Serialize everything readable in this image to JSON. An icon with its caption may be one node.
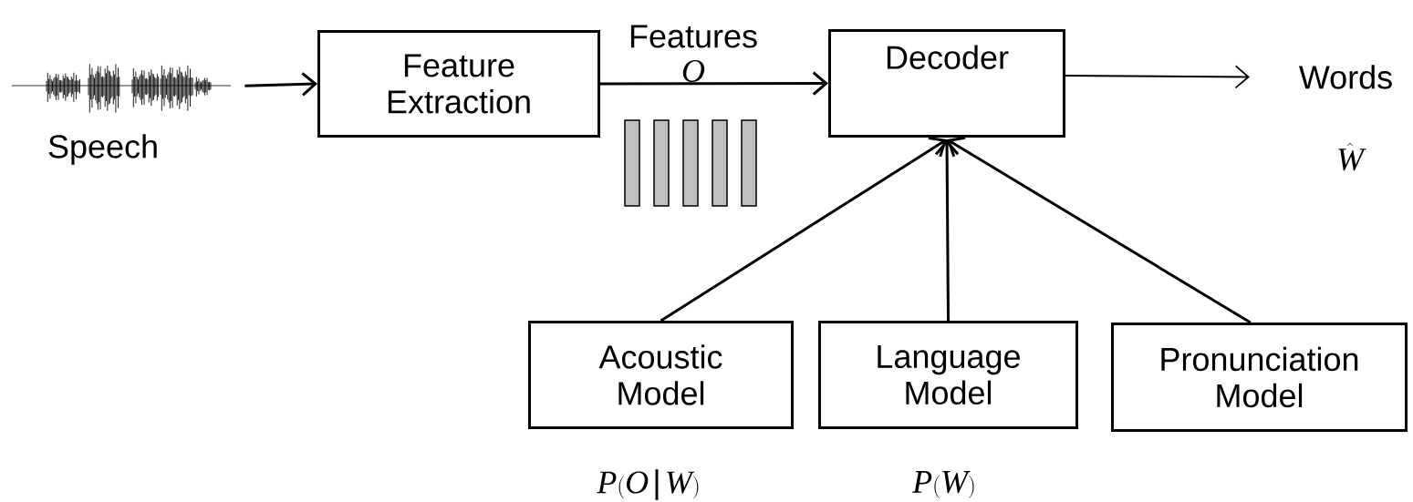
{
  "diagram": {
    "nodes": [
      {
        "text": [],
        "shape": "picture",
        "beside": [
          "Speech"
        ]
      },
      {
        "text": [
          "Feature Extraction"
        ]
      },
      {
        "text": [
          "Decoder"
        ]
      },
      {
        "text": [
          "Words"
        ]
      },
      {
        "text": [
          "Acoustic Model"
        ]
      },
      {
        "text": [
          "Language Model"
        ]
      },
      {
        "text": [
          "Pronunciation Model"
        ]
      }
    ],
    "edges": [
      {
        "from": 0,
        "to": 1,
        "arrow": "to"
      },
      {
        "from": 1,
        "to": 2,
        "arrow": "to",
        "label": "Features"
      },
      {
        "from": 2,
        "to": 3,
        "arrow": "to"
      },
      {
        "from": 4,
        "to": 2,
        "arrow": "to"
      },
      {
        "from": 5,
        "to": 2,
        "arrow": "to"
      },
      {
        "from": 6,
        "to": 2,
        "arrow": "to"
      }
    ],
    "labels": [
      "O",
      "\\hat{W}",
      "P(O\\,\\mathchar\"07C\\,W)",
      "P(W)"
    ]
  }
}
